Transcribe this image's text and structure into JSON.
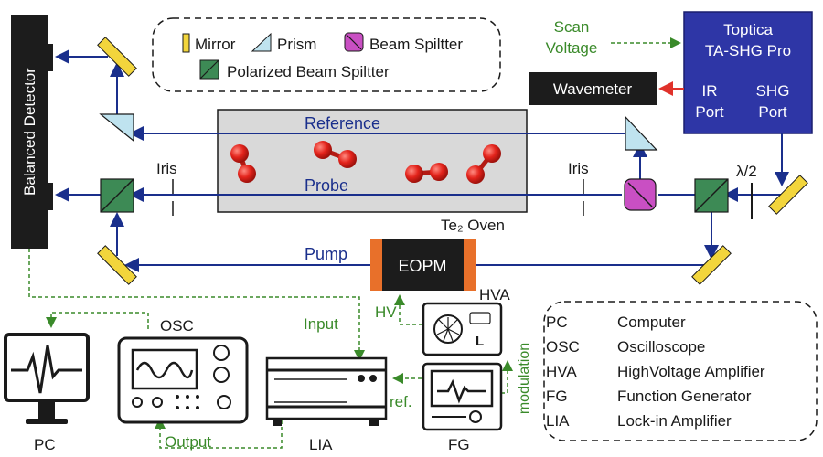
{
  "legend": {
    "mirror": "Mirror",
    "prism": "Prism",
    "beam_splitter": "Beam Spiltter",
    "polarized_beam_splitter": "Polarized Beam Spiltter"
  },
  "laser": {
    "name_line1": "Toptica",
    "name_line2": "TA-SHG Pro",
    "ir_port_line1": "IR",
    "ir_port_line2": "Port",
    "shg_port_line1": "SHG",
    "shg_port_line2": "Port"
  },
  "scan_voltage": {
    "line1": "Scan",
    "line2": "Voltage"
  },
  "wavemeter": "Wavemeter",
  "detector": "Balanced Detector",
  "beams": {
    "reference": "Reference",
    "probe": "Probe",
    "pump": "Pump"
  },
  "iris_left": "Iris",
  "iris_right": "Iris",
  "half_wave": "λ/2",
  "oven": {
    "label": "Te₂ Oven"
  },
  "eopm": "EOPM",
  "hva": "HVA",
  "hva_panel_letter": "L",
  "hv_label": "HV",
  "input_label": "Input",
  "output_label": "Output",
  "ref_label": "ref.",
  "modulation_label": "modulation",
  "instruments": {
    "pc": "PC",
    "osc": "OSC",
    "lia": "LIA",
    "fg": "FG"
  },
  "abbreviations": [
    {
      "abbr": "PC",
      "full": "Computer"
    },
    {
      "abbr": "OSC",
      "full": "Oscilloscope"
    },
    {
      "abbr": "HVA",
      "full": "HighVoltage Amplifier"
    },
    {
      "abbr": "FG",
      "full": "Function Generator"
    },
    {
      "abbr": "LIA",
      "full": "Lock-in Amplifier"
    }
  ],
  "colors": {
    "beam_blue": "#1a2f8c",
    "laser_box": "#2e36a6",
    "mirror_yellow": "#f2d53c",
    "prism_cyan": "#bfe3ef",
    "splitter_magenta": "#c94fc3",
    "pbs_green": "#3d8a55",
    "signal_green": "#3a8a2a",
    "red_arrow": "#e0322b",
    "eopm_orange": "#e8702a"
  }
}
